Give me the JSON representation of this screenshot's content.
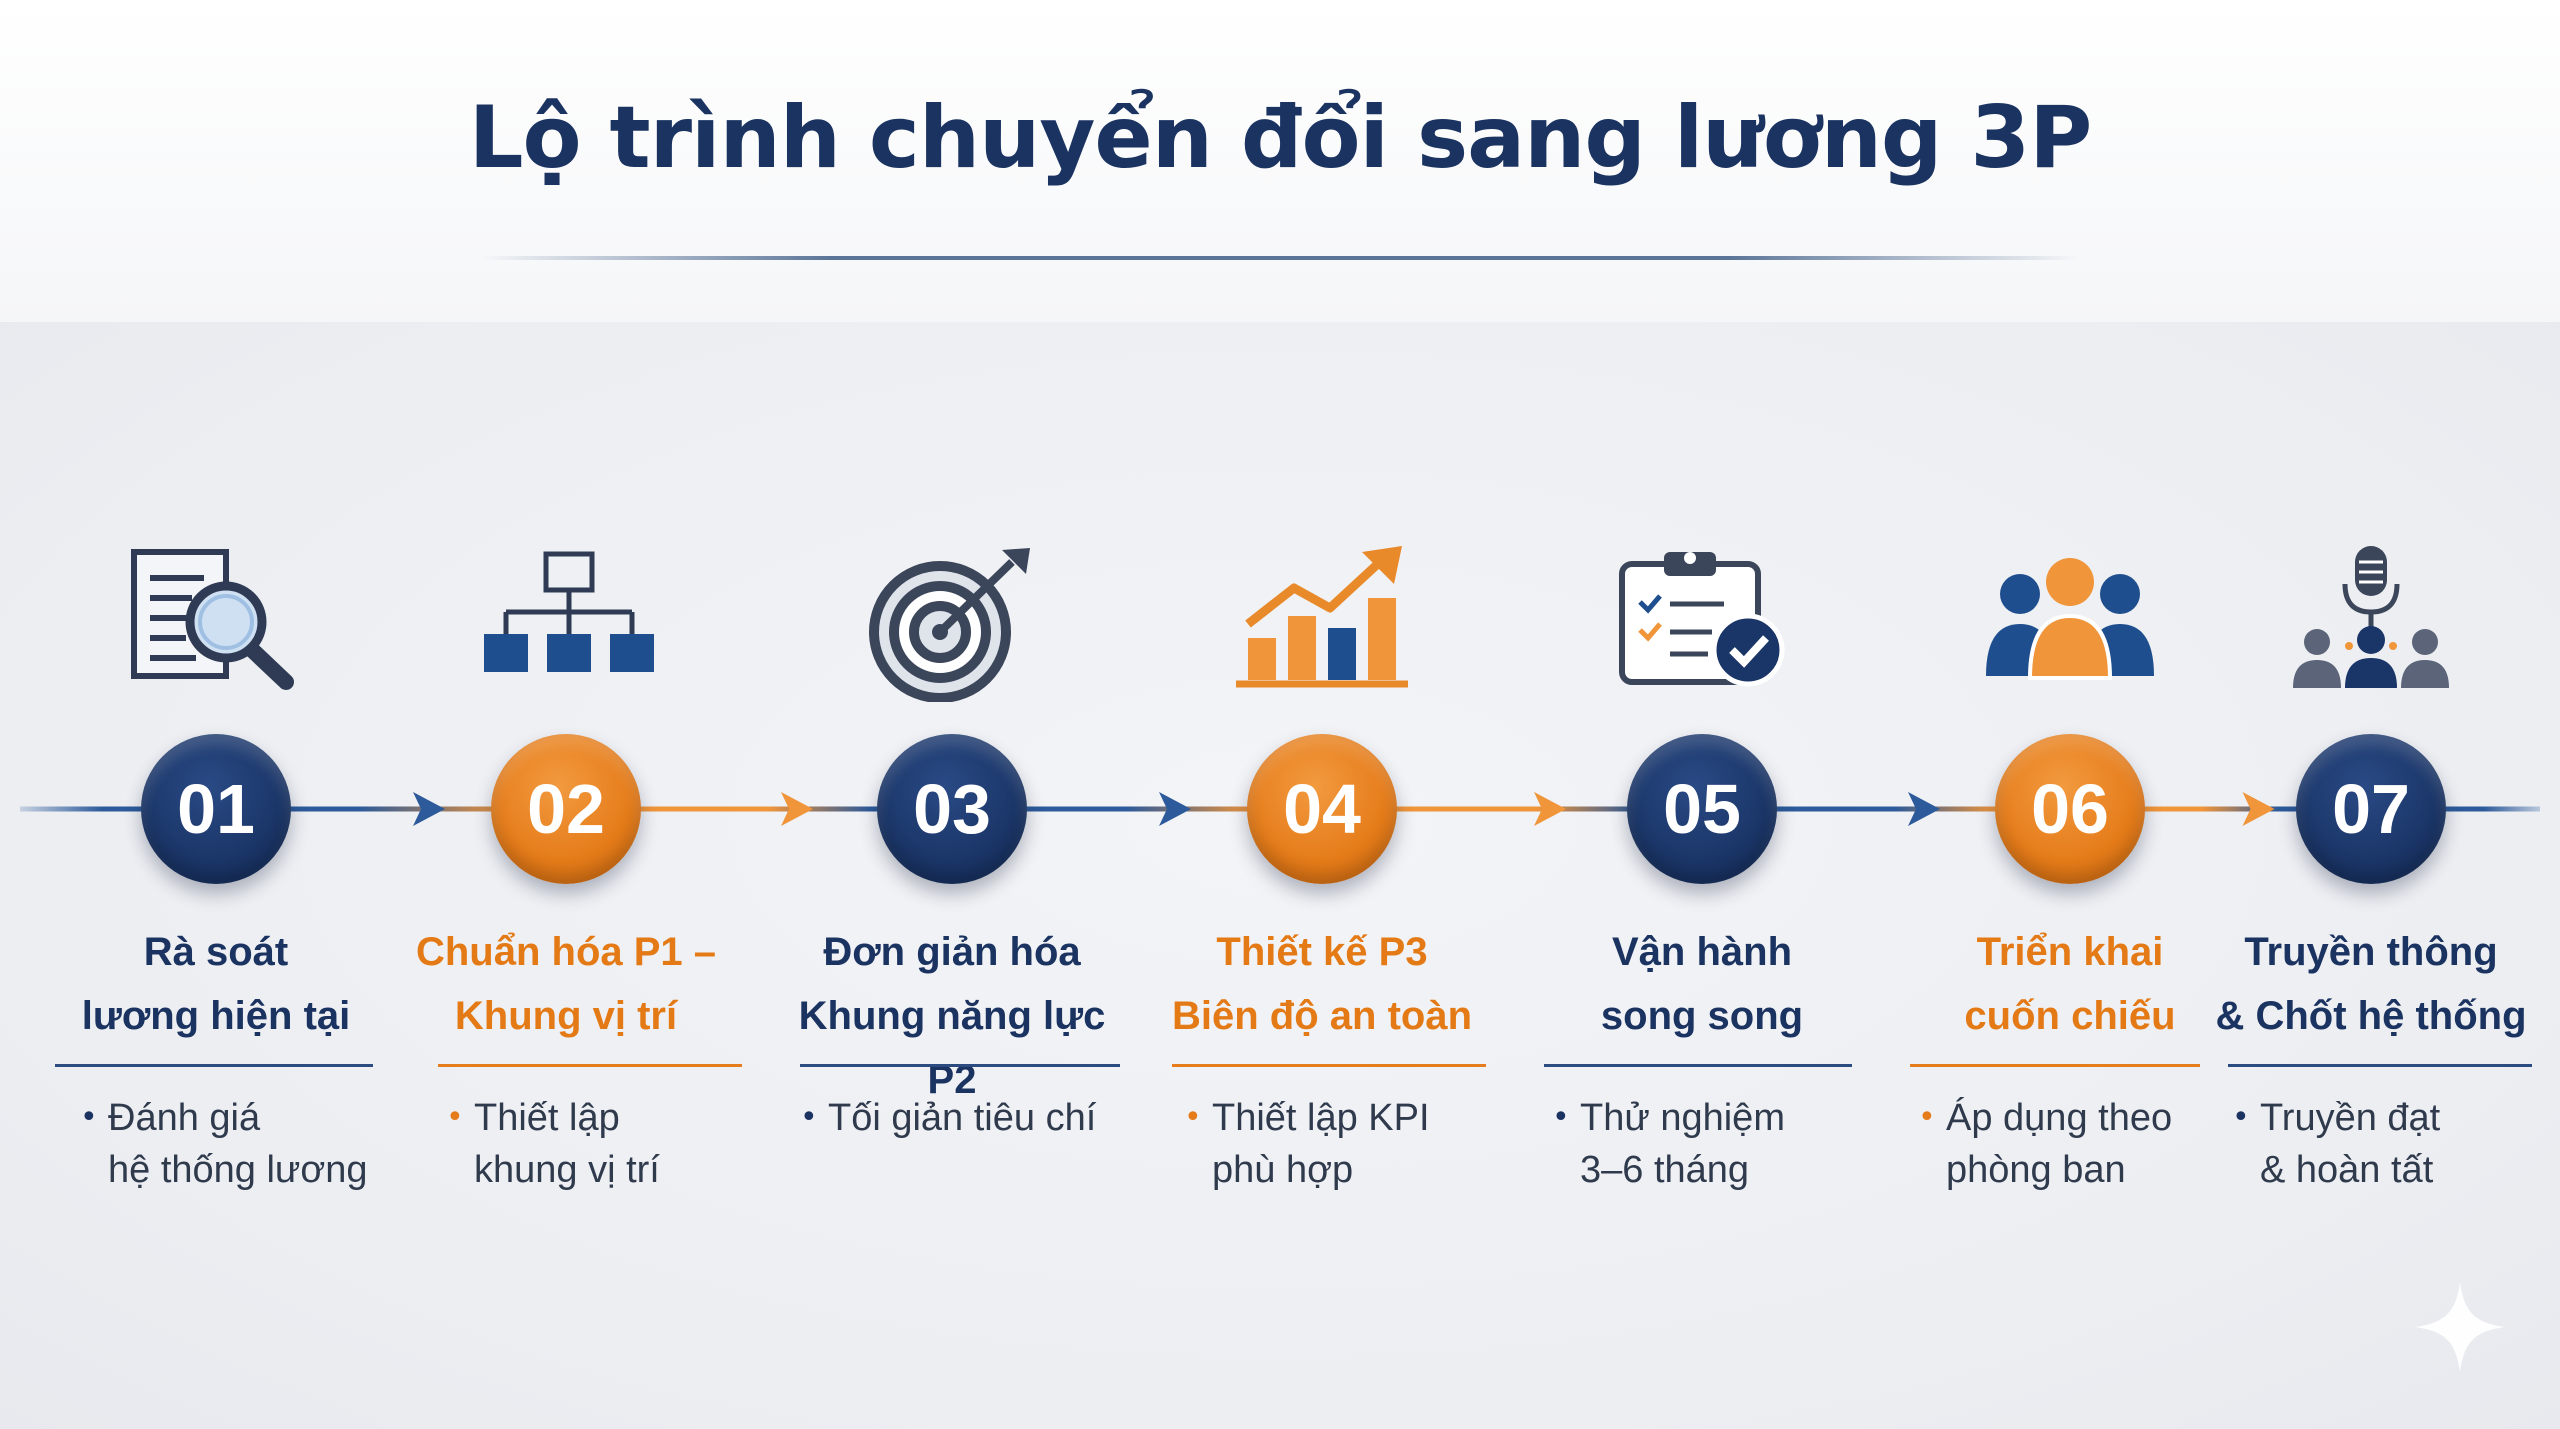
{
  "title": "Lộ trình chuyển đổi sang lương 3P",
  "colors": {
    "blue": "#1b3361",
    "orange": "#e57b19"
  },
  "steps": [
    {
      "number": "01",
      "heading1": "Rà soát",
      "heading2": "lương hiện tại",
      "bullet1": "Đánh giá",
      "bullet2": "hệ thống lương",
      "color": "blue",
      "icon": "document-search-icon"
    },
    {
      "number": "02",
      "heading1": "Chuẩn hóa P1 –",
      "heading2": "Khung vị trí",
      "bullet1": "Thiết lập",
      "bullet2": "khung vị trí",
      "color": "orange",
      "icon": "org-chart-icon"
    },
    {
      "number": "03",
      "heading1": "Đơn giản hóa",
      "heading2": "Khung năng lực P2",
      "bullet1": "Tối giản tiêu chí",
      "bullet2": "",
      "color": "blue",
      "icon": "target-icon"
    },
    {
      "number": "04",
      "heading1": "Thiết kế P3",
      "heading2": "Biên độ an toàn",
      "bullet1": "Thiết lập KPI",
      "bullet2": "phù hợp",
      "color": "orange",
      "icon": "growth-chart-icon"
    },
    {
      "number": "05",
      "heading1": "Vận hành",
      "heading2": "song song",
      "bullet1": "Thử nghiệm",
      "bullet2": "3–6 tháng",
      "color": "blue",
      "icon": "clipboard-check-icon"
    },
    {
      "number": "06",
      "heading1": "Triển khai",
      "heading2": "cuốn chiếu",
      "bullet1": "Áp dụng theo",
      "bullet2": "phòng ban",
      "color": "orange",
      "icon": "team-icon"
    },
    {
      "number": "07",
      "heading1": "Truyền thông",
      "heading2": "& Chốt hệ thống",
      "bullet1": "Truyền đạt",
      "bullet2": "& hoàn tất",
      "color": "blue",
      "icon": "microphone-audience-icon"
    }
  ]
}
